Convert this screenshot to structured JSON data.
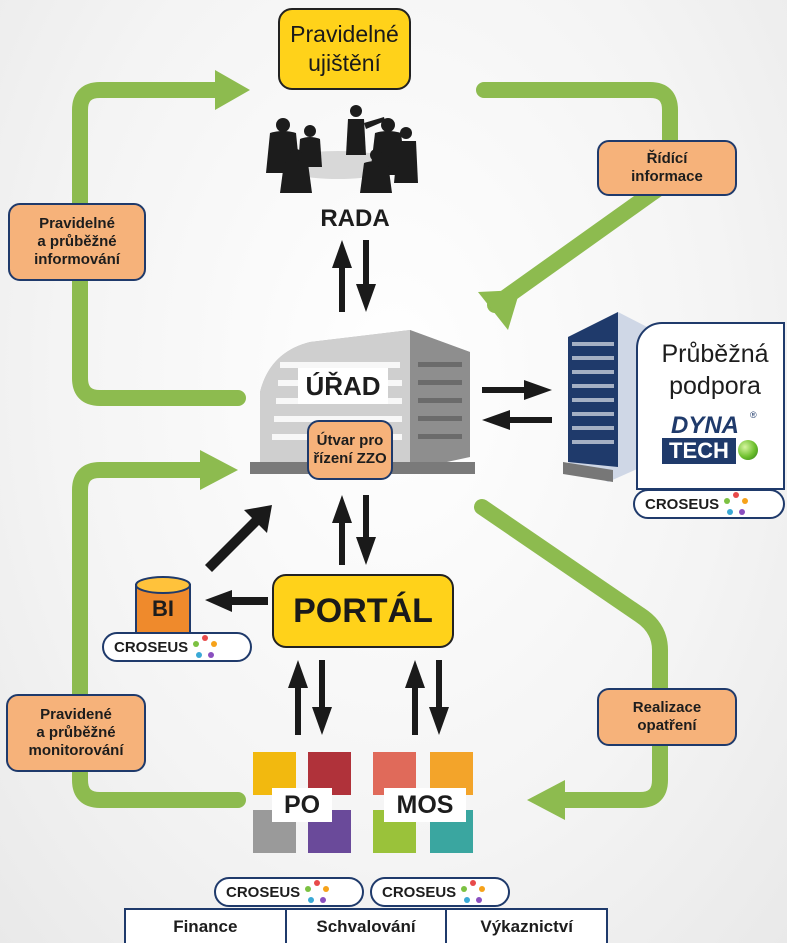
{
  "nodes": {
    "assurance": "Pravidelné\nujištění",
    "council": "RADA",
    "office": "ÚŘAD",
    "unit": "Útvar pro\nřízení ZZO",
    "portal": "PORTÁL",
    "bi": "BI",
    "support_line1": "Průběžná",
    "support_line2": "podpora",
    "dynatech_top": "DYNA",
    "dynatech_bottom": "TECH",
    "po": "PO",
    "mos": "MOS"
  },
  "edge_labels": {
    "left_top": "Pravidelné\na průběžné\ninformování",
    "right_top": "Řídící\ninformace",
    "left_bottom": "Pravidené\na průběžné\nmonitorování",
    "right_bottom": "Realizace\nopatření"
  },
  "croseus": "CROSEUS",
  "registered": "®",
  "footer": [
    "Finance",
    "Schvalování",
    "Výkaznictví"
  ],
  "colors": {
    "green": "#8dbb4f",
    "yellow": "#ffd21a",
    "orange": "#f6b27a",
    "navy": "#1f3a6b"
  },
  "icons": [
    "meeting-people-icon",
    "office-building-icon",
    "tower-building-icon",
    "database-icon",
    "croseus-ring-icon"
  ]
}
